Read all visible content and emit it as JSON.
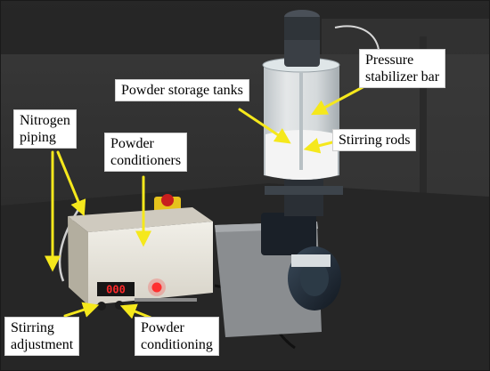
{
  "labels": {
    "nitrogen_piping": [
      "Nitrogen",
      "piping"
    ],
    "powder_conditioners": [
      "Powder",
      "conditioners"
    ],
    "powder_storage_tanks": "Powder storage tanks",
    "pressure_stabilizer_bar": [
      "Pressure",
      "stabilizer  bar"
    ],
    "stirring_rods": "Stirring  rods",
    "stirring_adjustment": [
      "Stirring",
      "adjustment"
    ],
    "powder_conditioning": [
      "Powder",
      "conditioning"
    ]
  },
  "display_readout": "000",
  "colors": {
    "arrow": "#f5e81c",
    "display_digits": "#ff2a2a",
    "indicator_lamp": "#ff3030",
    "background_dark": "#2a2a2a",
    "device_body": "#e9e6de",
    "powder": "#f4f4f4"
  }
}
